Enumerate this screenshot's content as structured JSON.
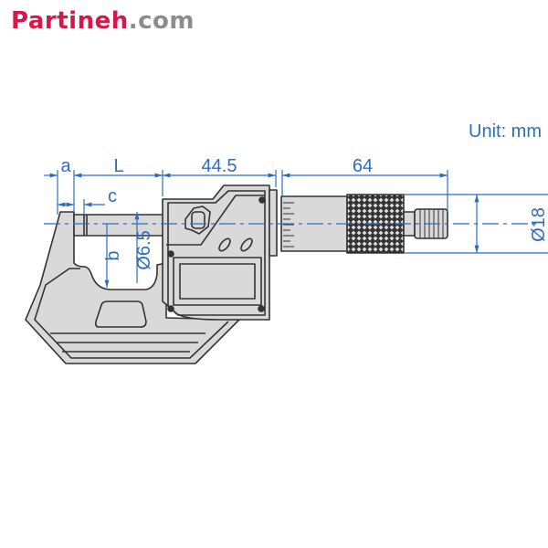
{
  "logo": {
    "brand": "Partineh",
    "tld": ".com"
  },
  "unit_label": "Unit: mm",
  "dimensions": {
    "a": "a",
    "L": "L",
    "c": "c",
    "b": "b",
    "frame_length": "44.5",
    "thimble_length": "64",
    "spindle_diameter": "Ø6.5",
    "thimble_diameter": "Ø18"
  },
  "colors": {
    "dimension": "#2f6ebf",
    "body": "#d9d9d9",
    "outline": "#333333",
    "brand": "#d6174a"
  }
}
